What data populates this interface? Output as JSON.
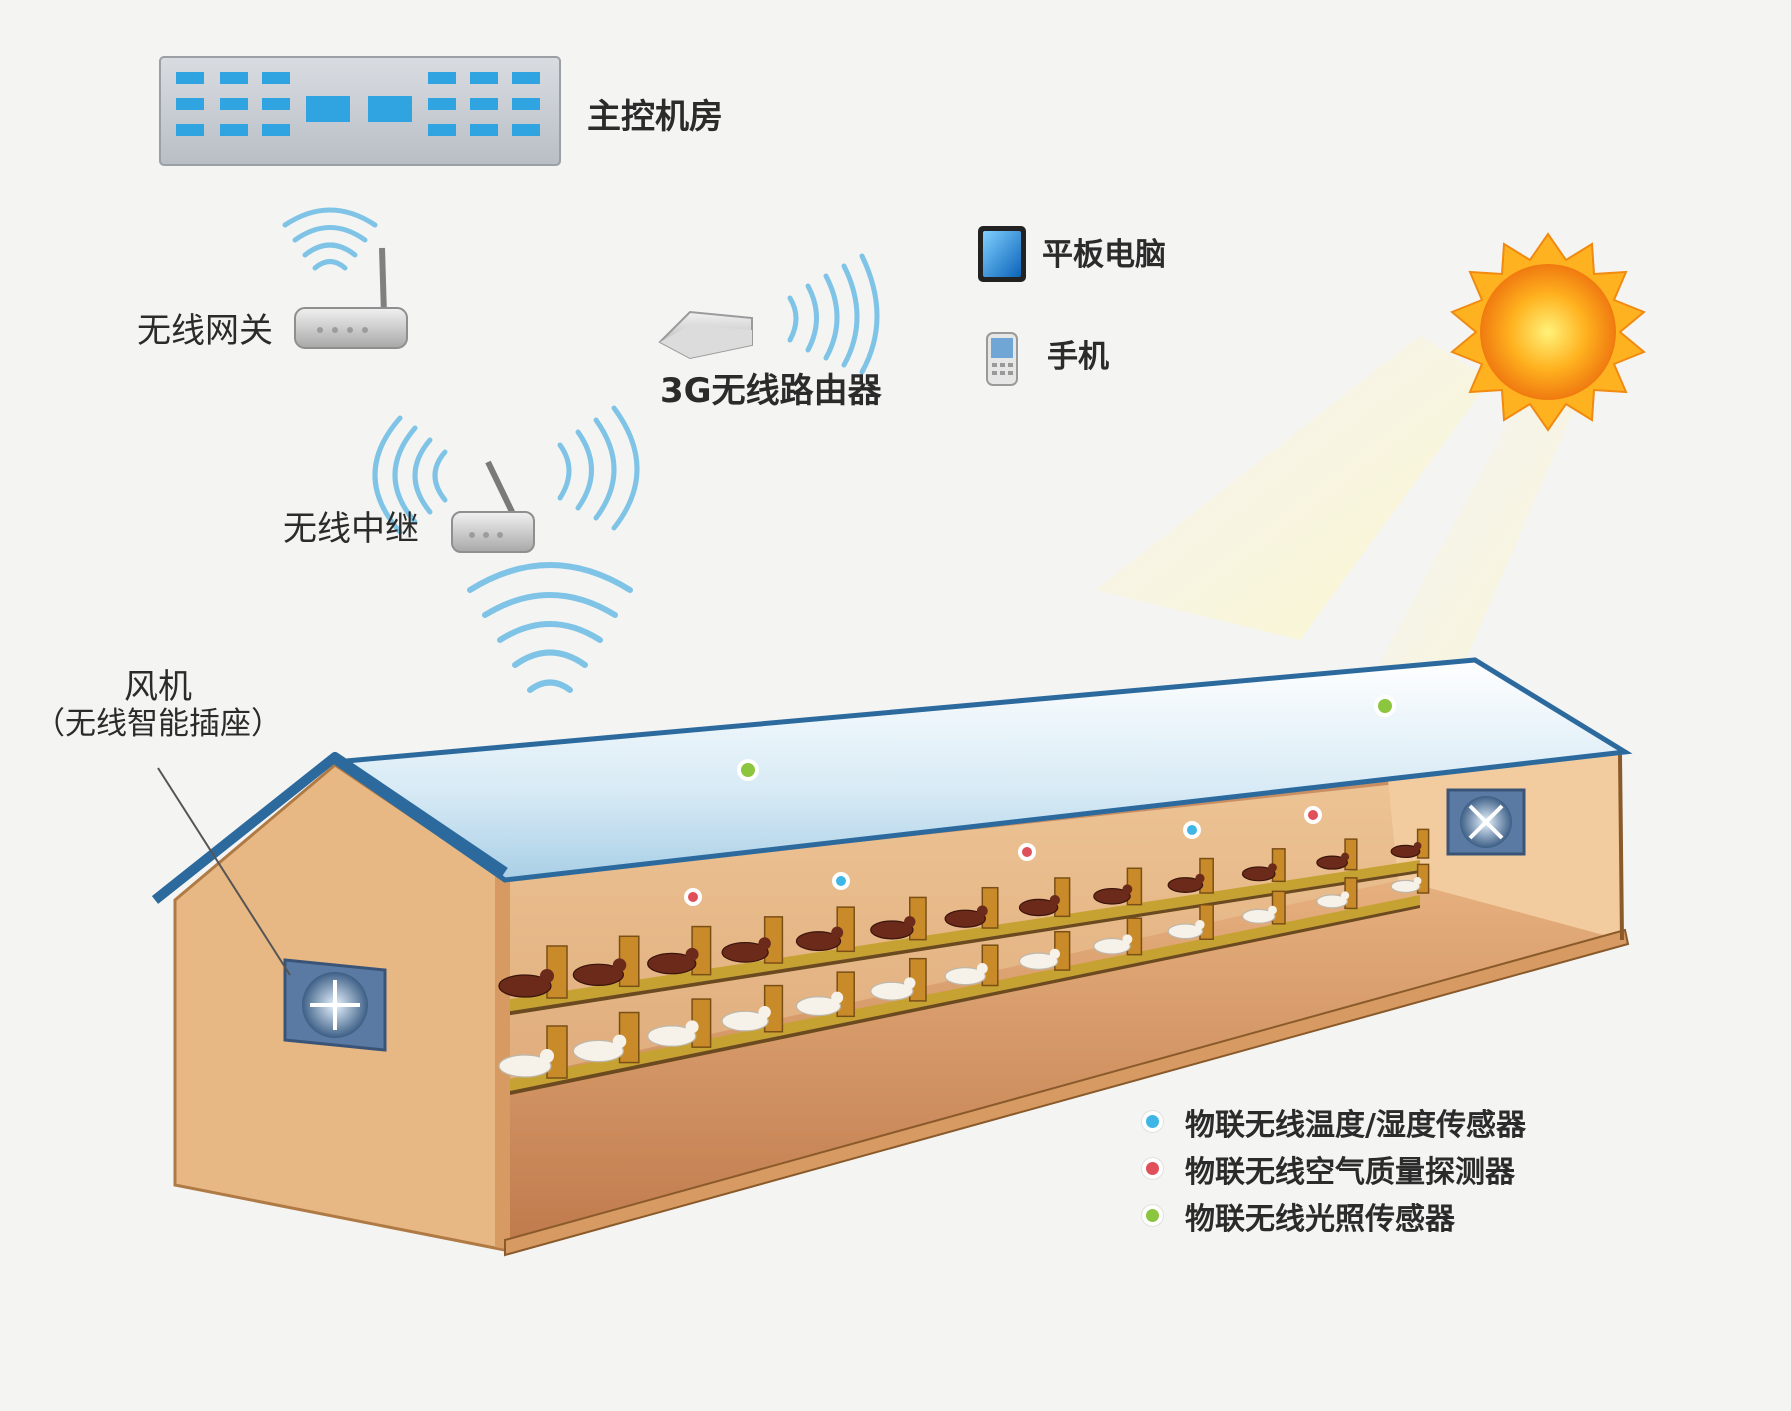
{
  "labels": {
    "control_room": "主控机房",
    "wireless_gateway": "无线网关",
    "router_3g": "3G无线路由器",
    "tablet": "平板电脑",
    "phone": "手机",
    "wireless_relay": "无线中继",
    "fan_line1": "风机",
    "fan_line2": "（无线智能插座）"
  },
  "legend": [
    {
      "text": "物联无线温度/湿度传感器",
      "color": "#3fb6e6"
    },
    {
      "text": "物联无线空气质量探测器",
      "color": "#e0505a"
    },
    {
      "text": "物联无线光照传感器",
      "color": "#8cc63f"
    }
  ],
  "icons": {
    "server": "server-rack-icon",
    "gateway": "wireless-gateway-icon",
    "router": "router-icon",
    "relay": "wireless-relay-icon",
    "tablet": "tablet-icon",
    "phone": "mobile-phone-icon",
    "sun": "sun-icon",
    "fan": "exhaust-fan-icon",
    "wifi": "wifi-signal-icon"
  }
}
